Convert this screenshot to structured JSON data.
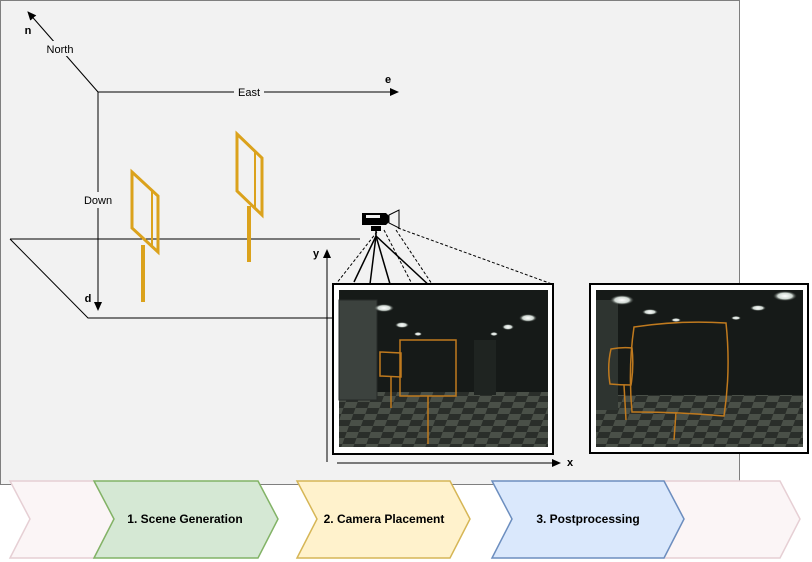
{
  "axes": {
    "north_label": "North",
    "n_label": "n",
    "east_label": "East",
    "e_label": "e",
    "down_label": "Down",
    "d_label": "d",
    "x_label": "x",
    "y_label": "y"
  },
  "pipeline": {
    "steps": [
      {
        "label": "1. Scene Generation",
        "fill": "#d5e8d4",
        "stroke": "#82b366"
      },
      {
        "label": "2. Camera Placement",
        "fill": "#fff2cc",
        "stroke": "#d6b656"
      },
      {
        "label": "3. Postprocessing",
        "fill": "#dae8fc",
        "stroke": "#6c8ebf"
      }
    ],
    "filler_fill": "#fbf5f6",
    "filler_stroke": "#e6cfd4"
  },
  "colors": {
    "target": "#dba21c",
    "panel_bg": "#f2f2f2",
    "render_dark": "#161a18",
    "render_outline": "#c07a1e"
  }
}
